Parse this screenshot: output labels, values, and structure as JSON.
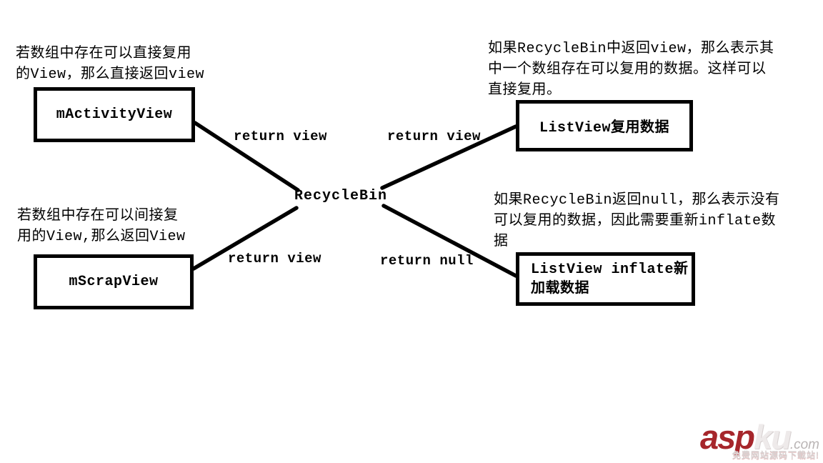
{
  "diagram": {
    "center_node": {
      "label": "RecycleBin"
    },
    "nodes": {
      "activity": {
        "label": "mActivityView"
      },
      "scrap": {
        "label": "mScrapView"
      },
      "reuse": {
        "label": "ListView复用数据"
      },
      "inflate": {
        "label": "ListView inflate新\n加载数据"
      }
    },
    "edges": {
      "activity_to_bin": {
        "label": "return view"
      },
      "bin_to_reuse": {
        "label": "return view"
      },
      "scrap_to_bin": {
        "label": "return view"
      },
      "bin_to_inflate": {
        "label": "return null"
      }
    },
    "annotations": {
      "top_left": "若数组中存在可以直接复用\n的View，那么直接返回view",
      "top_right": "如果RecycleBin中返回view，那么表示其\n中一个数组存在可以复用的数据。这样可以\n直接复用。",
      "bottom_left": "若数组中存在可以间接复\n用的View,那么返回View",
      "bottom_right": "如果RecycleBin返回null，那么表示没有\n可以复用的数据，因此需要重新inflate数\n据"
    }
  },
  "watermark": {
    "brand_primary": "asp",
    "brand_secondary": "ku",
    "brand_tld": ".com",
    "tagline": "免费网站源码下载站!"
  },
  "colors": {
    "background": "#ffffff",
    "diagram_ink": "#000000",
    "watermark_red": "#a6262b",
    "watermark_light": "#eeeaea",
    "watermark_gray": "#b9b4b4"
  }
}
